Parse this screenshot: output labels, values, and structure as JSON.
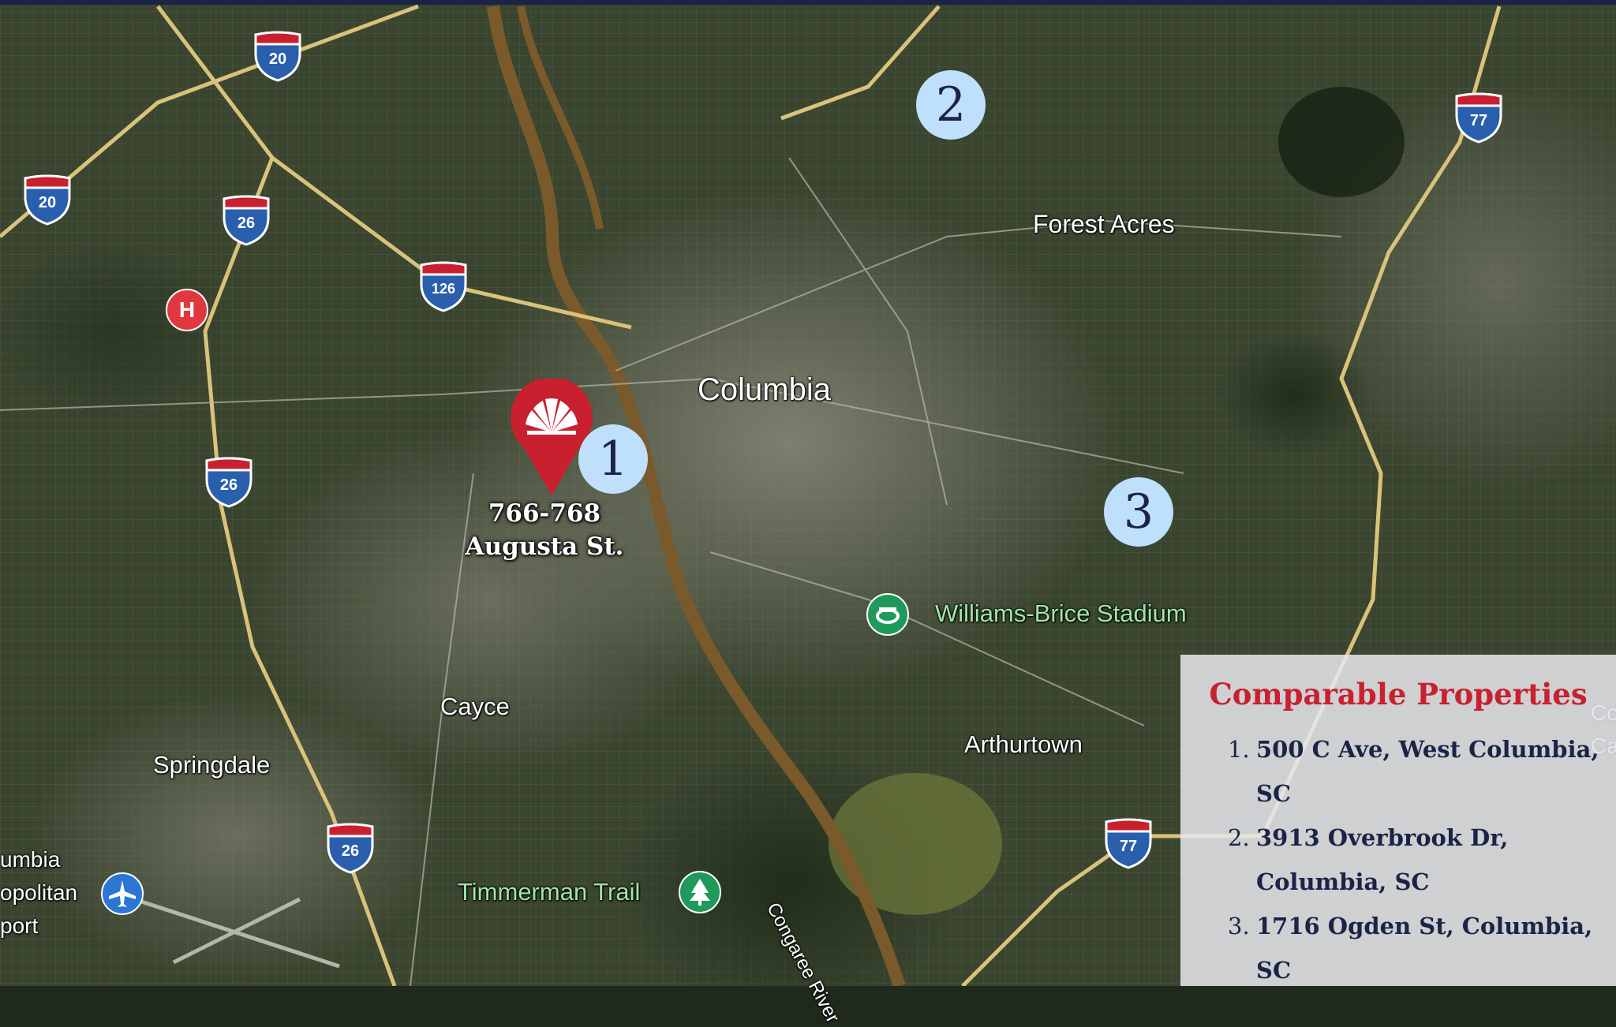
{
  "places": {
    "forest_acres": "Forest Acres",
    "columbia": "Columbia",
    "cayce": "Cayce",
    "springdale": "Springdale",
    "arthurtown": "Arthurtown",
    "williams_brice": "Williams-Brice Stadium",
    "timmerman_trail": "Timmerman Trail",
    "congaree_river": "Congaree River",
    "airport_line1": "umbia",
    "airport_line2": "opolitan",
    "airport_line3": "port",
    "edge_fragment1": "Co",
    "edge_fragment2": "Ca"
  },
  "shields": {
    "i20_a": "20",
    "i20_b": "20",
    "i26_a": "26",
    "i126": "126",
    "i26_b": "26",
    "i26_c": "26",
    "i77_a": "77",
    "i77_b": "77"
  },
  "markers": {
    "m1": "1",
    "m2": "2",
    "m3": "3"
  },
  "subject": {
    "line1": "766-768",
    "line2": "Augusta St."
  },
  "icons": {
    "hospital": "H",
    "stadium": "stadium-icon",
    "park": "tree-icon",
    "airport": "airplane-icon",
    "subject_pin": "map-pin-icon"
  },
  "panel": {
    "title": "Comparable Properties",
    "items": [
      {
        "num": "1.",
        "line1": "500 C Ave, West Columbia,",
        "line2": "SC"
      },
      {
        "num": "2.",
        "line1": "3913 Overbrook Dr,",
        "line2": "Columbia, SC"
      },
      {
        "num": "3.",
        "line1": "1716 Ogden St, Columbia, SC",
        "line2": ""
      }
    ]
  },
  "colors": {
    "brand_red": "#c8202f",
    "navy": "#1b2447",
    "marker_blue": "#bfe0fb",
    "interstate_blue": "#2a5fae",
    "road_yellow": "#d9c27a",
    "river": "#7a5a2a"
  }
}
